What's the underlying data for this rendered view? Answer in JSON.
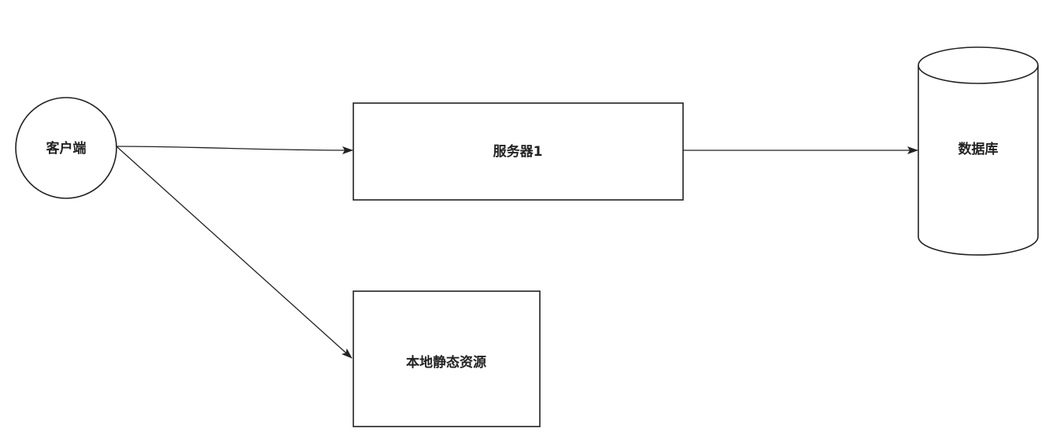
{
  "diagram": {
    "nodes": {
      "client": {
        "label": "客户端",
        "shape": "circle"
      },
      "server": {
        "label": "服务器1",
        "shape": "rectangle"
      },
      "database": {
        "label": "数据库",
        "shape": "cylinder"
      },
      "static": {
        "label": "本地静态资源",
        "shape": "rectangle"
      }
    },
    "edges": [
      {
        "from": "客户端",
        "to": "服务器1"
      },
      {
        "from": "服务器1",
        "to": "数据库"
      },
      {
        "from": "客户端",
        "to": "本地静态资源"
      }
    ],
    "colors": {
      "stroke": "#222222",
      "fill": "#ffffff",
      "text": "#222222"
    }
  }
}
